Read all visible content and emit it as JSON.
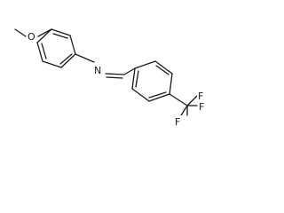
{
  "molecule": {
    "atoms": [
      {
        "id": "O1",
        "symbol": "O"
      },
      {
        "id": "N1",
        "symbol": "N"
      },
      {
        "id": "F1",
        "symbol": "F"
      },
      {
        "id": "F2",
        "symbol": "F"
      },
      {
        "id": "F3",
        "symbol": "F"
      }
    ]
  }
}
